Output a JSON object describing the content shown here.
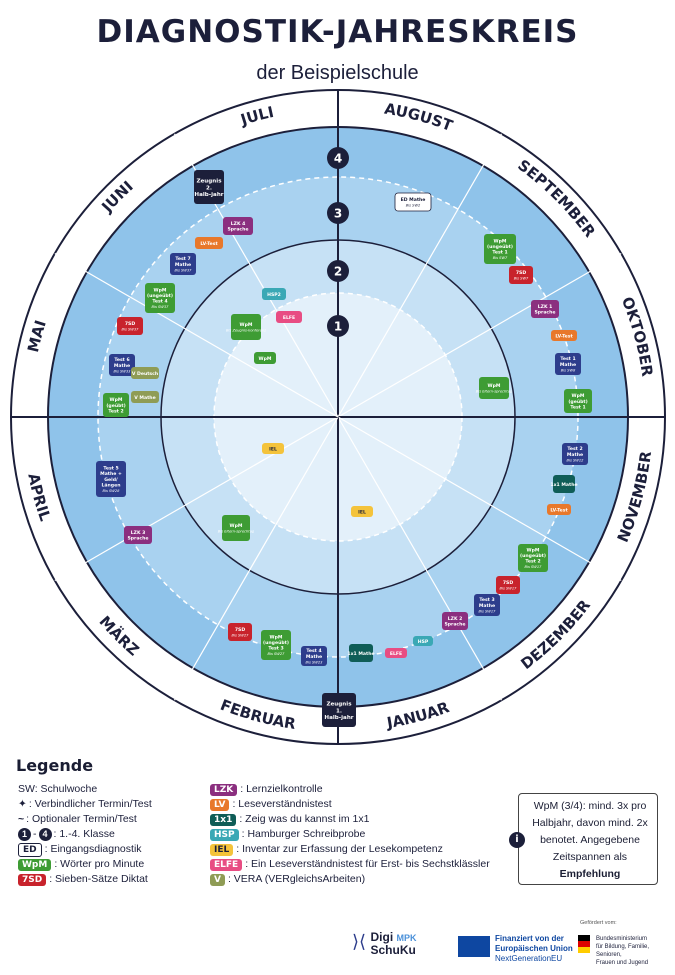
{
  "header": {
    "title": "DIAGNOSTIK-JAHRESKREIS",
    "subtitle": "der Beispielschule"
  },
  "months": [
    "JULI",
    "AUGUST",
    "SEPTEMBER",
    "OKTOBER",
    "NOVEMBER",
    "DEZEMBER",
    "JANUAR",
    "FEBRUAR",
    "MÄRZ",
    "APRIL",
    "MAI",
    "JUNI"
  ],
  "rings": [
    "1",
    "2",
    "3",
    "4"
  ],
  "colors": {
    "dark": "#1c1f3a",
    "ring_outer": "#8fc3ea",
    "ring_mid": "#a9d2f0",
    "ring_inner": "#c6e1f5",
    "ring_center": "#e3f0fa",
    "lzk": "#8b2f7f",
    "lv": "#e8782b",
    "onexone": "#0f5d57",
    "hsp": "#3aa8b5",
    "iel": "#f4c33b",
    "elfe": "#e84d83",
    "wpm": "#3e9c34",
    "sevensd": "#c8232c",
    "test": "#2d3d8c",
    "vera": "#8f9c55"
  },
  "events": [
    {
      "label": "Zeugnis 2. Halb-jahr",
      "sub": "",
      "kind": "dark"
    },
    {
      "label": "ED Mathe",
      "sub": "Bis SW2",
      "kind": "ed"
    },
    {
      "label": "LZK 4 Sprache",
      "sub": "",
      "kind": "lzk"
    },
    {
      "label": "LV-Test",
      "sub": "",
      "kind": "lv"
    },
    {
      "label": "Test 7 Mathe",
      "sub": "Bis SW37",
      "kind": "test"
    },
    {
      "label": "WpM (ungeübt) Test 4",
      "sub": "Bis SW37",
      "kind": "wpm"
    },
    {
      "label": "HSP2",
      "sub": "",
      "kind": "hsp"
    },
    {
      "label": "ELFE",
      "sub": "",
      "kind": "elfe"
    },
    {
      "label": "WpM",
      "sub": "Bis Zeugnis-konferenz",
      "kind": "wpm"
    },
    {
      "label": "WpM",
      "sub": "",
      "kind": "wpm"
    },
    {
      "label": "7SD",
      "sub": "Bis SW37",
      "kind": "sevensd"
    },
    {
      "label": "Test 6 Mathe",
      "sub": "Bis SW33",
      "kind": "test"
    },
    {
      "label": "V Deutsch",
      "sub": "",
      "kind": "vera"
    },
    {
      "label": "V Mathe",
      "sub": "",
      "kind": "vera"
    },
    {
      "label": "WpM (geübt) Test 2",
      "sub": "",
      "kind": "wpm"
    },
    {
      "label": "WpM (ungeübt) Test 1",
      "sub": "Bis SW7",
      "kind": "wpm"
    },
    {
      "label": "7SD",
      "sub": "Bis SW7",
      "kind": "sevensd"
    },
    {
      "label": "LZK 1 Sprache",
      "sub": "",
      "kind": "lzk"
    },
    {
      "label": "LV-Test",
      "sub": "",
      "kind": "lv"
    },
    {
      "label": "Test 1 Mathe",
      "sub": "Bis SW8",
      "kind": "test"
    },
    {
      "label": "WpM (geübt) Test 1",
      "sub": "",
      "kind": "wpm"
    },
    {
      "label": "WpM",
      "sub": "Bis Eltern-sprechtag",
      "kind": "wpm"
    },
    {
      "label": "IEL",
      "sub": "",
      "kind": "iel"
    },
    {
      "label": "Test 2 Mathe",
      "sub": "Bis SW12",
      "kind": "test"
    },
    {
      "label": "1x1 Mathe",
      "sub": "",
      "kind": "onexone"
    },
    {
      "label": "LV-Test",
      "sub": "",
      "kind": "lv"
    },
    {
      "label": "Test 5 Mathe + Geld/ Längen",
      "sub": "Bis SW28",
      "kind": "test"
    },
    {
      "label": "LZK 3 Sprache",
      "sub": "",
      "kind": "lzk"
    },
    {
      "label": "WpM",
      "sub": "Bis Eltern-sprechtag",
      "kind": "wpm"
    },
    {
      "label": "IEL",
      "sub": "",
      "kind": "iel"
    },
    {
      "label": "WpM (ungeübt) Test 2",
      "sub": "Bis SW17",
      "kind": "wpm"
    },
    {
      "label": "7SD",
      "sub": "Bis SW17",
      "kind": "sevensd"
    },
    {
      "label": "Test 3 Mathe",
      "sub": "Bis SW17",
      "kind": "test"
    },
    {
      "label": "LZK 2 Sprache",
      "sub": "",
      "kind": "lzk"
    },
    {
      "label": "HSP",
      "sub": "",
      "kind": "hsp"
    },
    {
      "label": "ELFE",
      "sub": "",
      "kind": "elfe"
    },
    {
      "label": "1x1 Mathe",
      "sub": "",
      "kind": "onexone"
    },
    {
      "label": "Test 4 Mathe",
      "sub": "Bis SW23",
      "kind": "test"
    },
    {
      "label": "WpM (ungeübt) Test 3",
      "sub": "Bis SW27",
      "kind": "wpm"
    },
    {
      "label": "7SD",
      "sub": "Bis SW27",
      "kind": "sevensd"
    },
    {
      "label": "Zeugnis 1. Halb-jahr",
      "sub": "",
      "kind": "dark"
    }
  ],
  "legend": {
    "title": "Legende",
    "left": [
      {
        "tag": "",
        "text": "SW: Schulwoche"
      },
      {
        "tag": "",
        "text": ": Verbindlicher Termin/Test"
      },
      {
        "tag": "",
        "text": ": Optionaler Termin/Test"
      },
      {
        "tag": "",
        "text": ": 1.-4. Klasse"
      },
      {
        "tag": "ED",
        "text": ": Eingangsdiagnostik"
      },
      {
        "tag": "WpM",
        "text": ": Wörter pro Minute"
      },
      {
        "tag": "7SD",
        "text": ": Sieben-Sätze Diktat"
      }
    ],
    "right": [
      {
        "tag": "LZK",
        "text": ": Lernzielkontrolle"
      },
      {
        "tag": "LV",
        "text": ": Leseverständnistest"
      },
      {
        "tag": "1x1",
        "text": ": Zeig was du kannst im 1x1"
      },
      {
        "tag": "HSP",
        "text": ": Hamburger Schreibprobe"
      },
      {
        "tag": "IEL",
        "text": ": Inventar zur Erfassung der Lesekompetenz"
      },
      {
        "tag": "ELFE",
        "text": ": Ein Leseverständnistest für Erst- bis Sechstklässler"
      },
      {
        "tag": "V",
        "text": ": VERA (VERgleichsArbeiten)"
      }
    ],
    "ring_badges": [
      "1",
      "4"
    ]
  },
  "info": {
    "icon": "i",
    "text": "WpM (3/4): mind. 3x pro Halbjahr, davon mind. 2x benotet. Angegebene Zeitspannen als",
    "emph": "Empfehlung"
  },
  "footer": {
    "logo1": "Digi",
    "logo1b": "SchuKu",
    "logo1c": "MPK",
    "eu1": "Finanziert von der",
    "eu2": "Europäischen Union",
    "eu3": "NextGenerationEU",
    "bm0": "Gefördert vom:",
    "bm1": "Bundesministerium",
    "bm2": "für Bildung, Familie, Senioren,",
    "bm3": "Frauen und Jugend"
  }
}
